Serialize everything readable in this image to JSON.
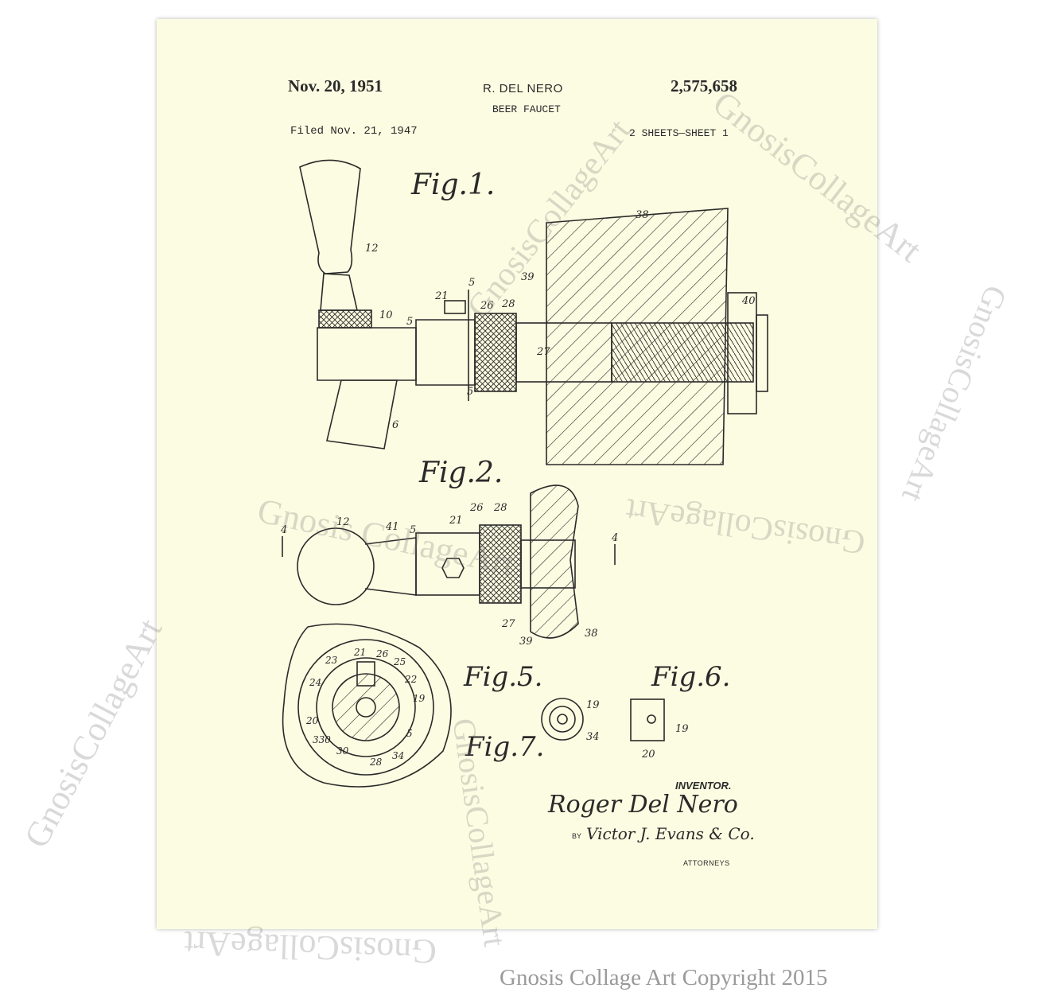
{
  "patent": {
    "date": "Nov. 20, 1951",
    "inventor_header": "R. DEL NERO",
    "title": "BEER FAUCET",
    "number": "2,575,658",
    "filed": "Filed Nov. 21, 1947",
    "sheets": "2 SHEETS—SHEET 1"
  },
  "figures": {
    "fig1": "Fig.1.",
    "fig2": "Fig.2.",
    "fig5": "Fig.5.",
    "fig6": "Fig.6.",
    "fig7": "Fig.7."
  },
  "callouts": {
    "fig1": [
      "38",
      "12",
      "39",
      "40",
      "5",
      "21",
      "26",
      "28",
      "10",
      "5",
      "27",
      "5",
      "6"
    ],
    "fig2": [
      "4",
      "12",
      "41",
      "5",
      "26",
      "28",
      "21",
      "4",
      "27",
      "39",
      "38"
    ],
    "fig5": [
      "21",
      "26",
      "23",
      "25",
      "24",
      "22",
      "19",
      "20",
      "5",
      "330",
      "30",
      "34",
      "28"
    ],
    "fig6": [
      "19",
      "20"
    ],
    "fig7": [
      "19",
      "34"
    ]
  },
  "signature": {
    "inventor_label": "INVENTOR.",
    "inventor_name": "Roger Del Nero",
    "by": "BY",
    "attorney_name": "Victor J. Evans & Co.",
    "attorneys_label": "ATTORNEYS"
  },
  "watermark": {
    "text": "GnosisCollageArt",
    "text_spaced": "Gnosis CollageArt"
  },
  "footer": {
    "copyright": "Gnosis Collage Art Copyright 2015"
  },
  "colors": {
    "paper": "#fcfce2",
    "ink": "#2a2a2a",
    "watermark": "#b0b0b0",
    "copyright_text": "#9a9a9a"
  }
}
